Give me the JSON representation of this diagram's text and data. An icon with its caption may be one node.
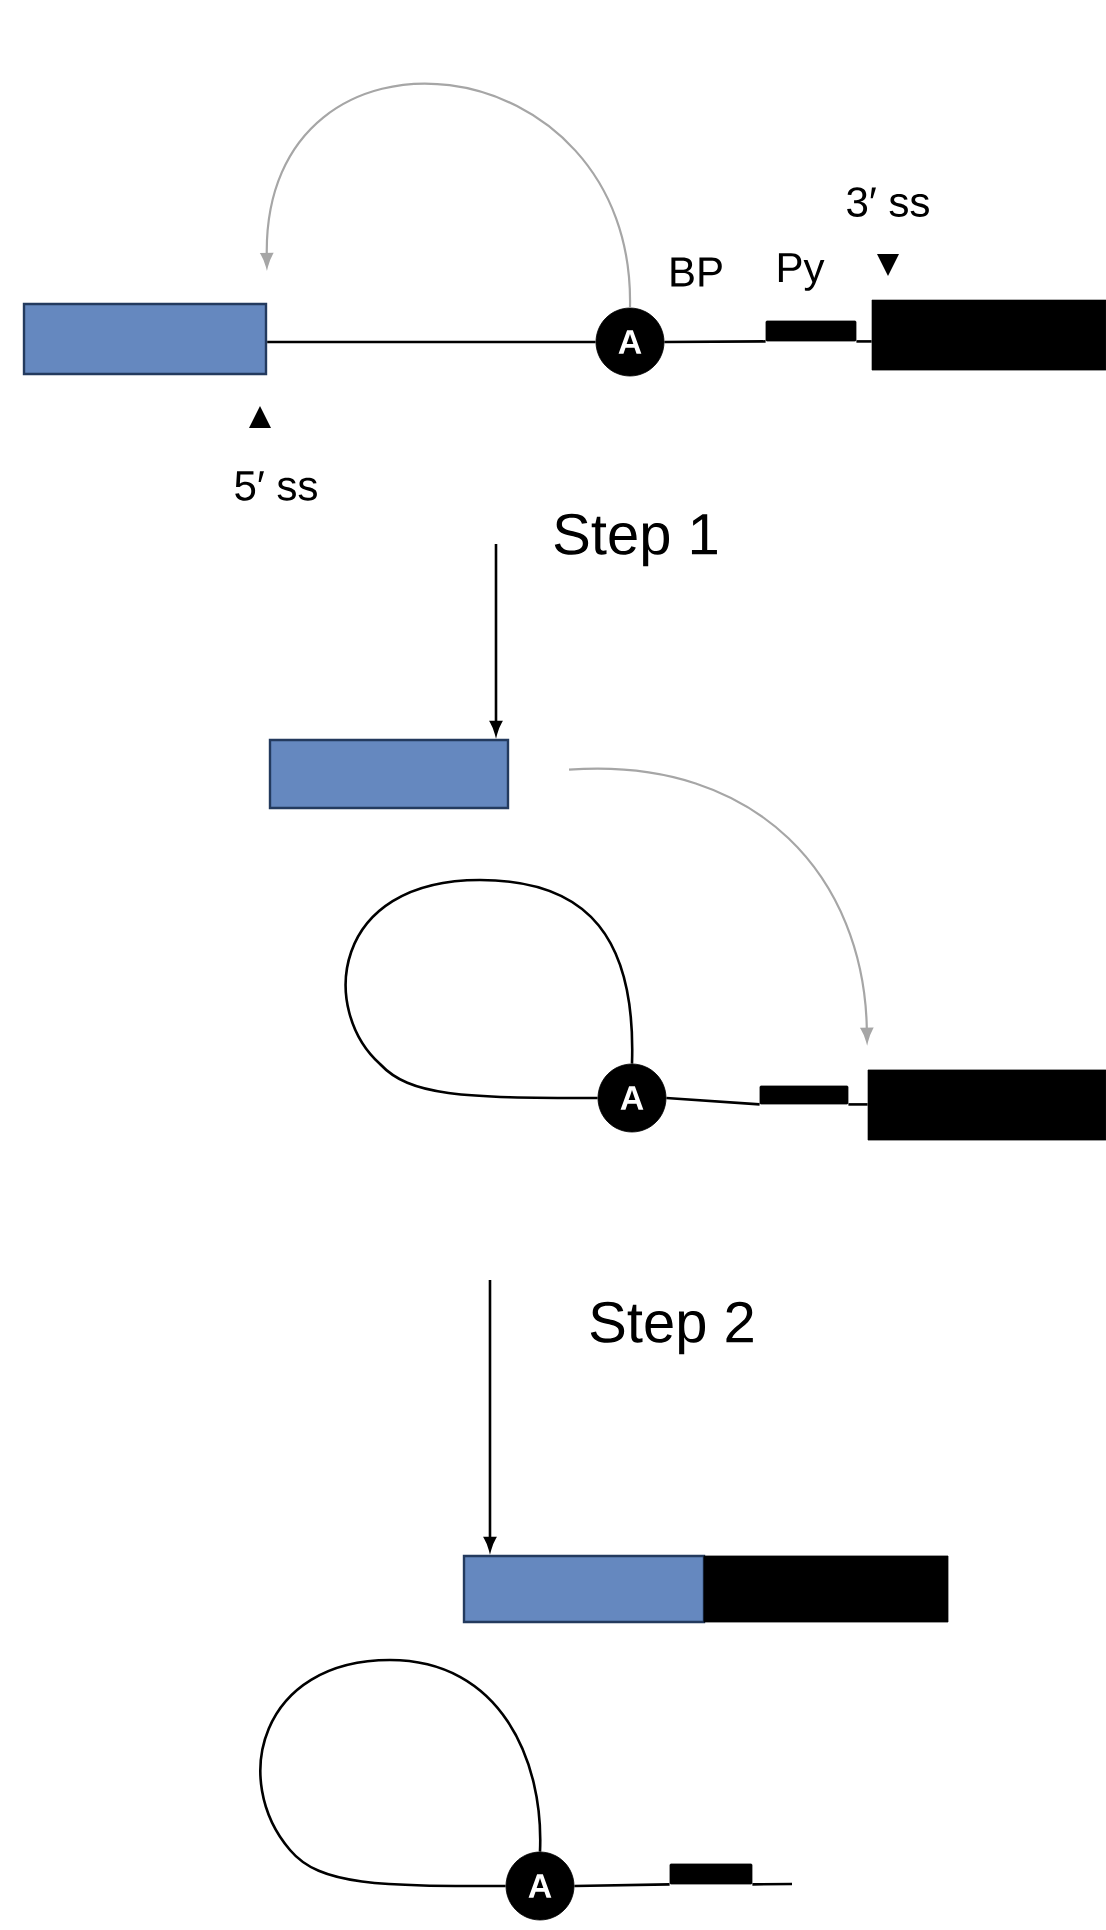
{
  "diagram": {
    "nodes": [
      {
        "text": [],
        "shape": "box",
        "beside": [
          "5′ ss"
        ]
      },
      {
        "text": [
          "A"
        ],
        "beside": [
          "BP"
        ]
      },
      {
        "text": [],
        "shape": "bar",
        "beside": [
          "Py"
        ]
      },
      {
        "text": [],
        "shape": "box",
        "beside": [
          "3′ ss"
        ]
      },
      {
        "text": [],
        "shape": "box"
      },
      {
        "text": [
          "A"
        ]
      },
      {
        "text": [],
        "shape": "bar"
      },
      {
        "text": [],
        "shape": "box"
      },
      {
        "text": [],
        "shape": "box"
      },
      {
        "text": [],
        "shape": "box"
      },
      {
        "text": [
          "A"
        ]
      },
      {
        "text": [],
        "shape": "bar"
      }
    ],
    "edges": [
      {
        "from": 1,
        "to": 0,
        "arrow": "to",
        "color": "#a6a6a6"
      },
      {
        "from": 0,
        "to": 1,
        "arrow": "none"
      },
      {
        "from": 1,
        "to": 2,
        "arrow": "none"
      },
      {
        "from": 2,
        "to": 3,
        "arrow": "none"
      },
      {
        "from": null,
        "to": 4,
        "arrow": "to",
        "label": "Step 1"
      },
      {
        "from": 4,
        "to": 7,
        "arrow": "to",
        "color": "#a6a6a6"
      },
      {
        "from": 5,
        "to": 5,
        "arrow": "none"
      },
      {
        "from": 5,
        "to": 6,
        "arrow": "none"
      },
      {
        "from": 6,
        "to": 7,
        "arrow": "none"
      },
      {
        "from": null,
        "to": 8,
        "arrow": "to",
        "label": "Step 2"
      },
      {
        "from": 10,
        "to": 10,
        "arrow": "none"
      },
      {
        "from": 10,
        "to": 11,
        "arrow": "none"
      },
      {
        "from": 11,
        "to": null,
        "arrow": "none"
      }
    ]
  }
}
